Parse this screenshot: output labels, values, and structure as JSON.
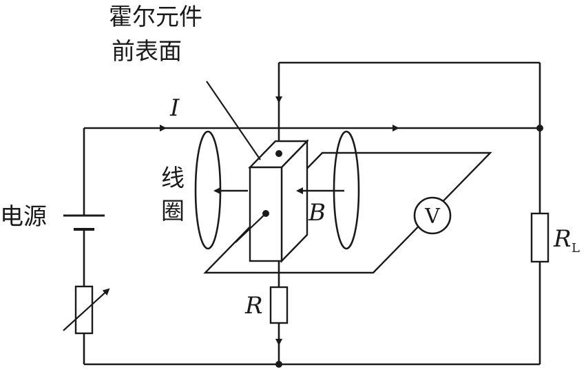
{
  "labels": {
    "hall_element_front_line1": "霍尔元件",
    "hall_element_front_line2": "前表面",
    "current": "I",
    "coil_char1": "线",
    "coil_char2": "圈",
    "power_source": "电源",
    "magnetic_field": "B",
    "voltmeter": "V",
    "resistor_r": "R",
    "resistor_rl_main": "R",
    "resistor_rl_sub": "L"
  }
}
